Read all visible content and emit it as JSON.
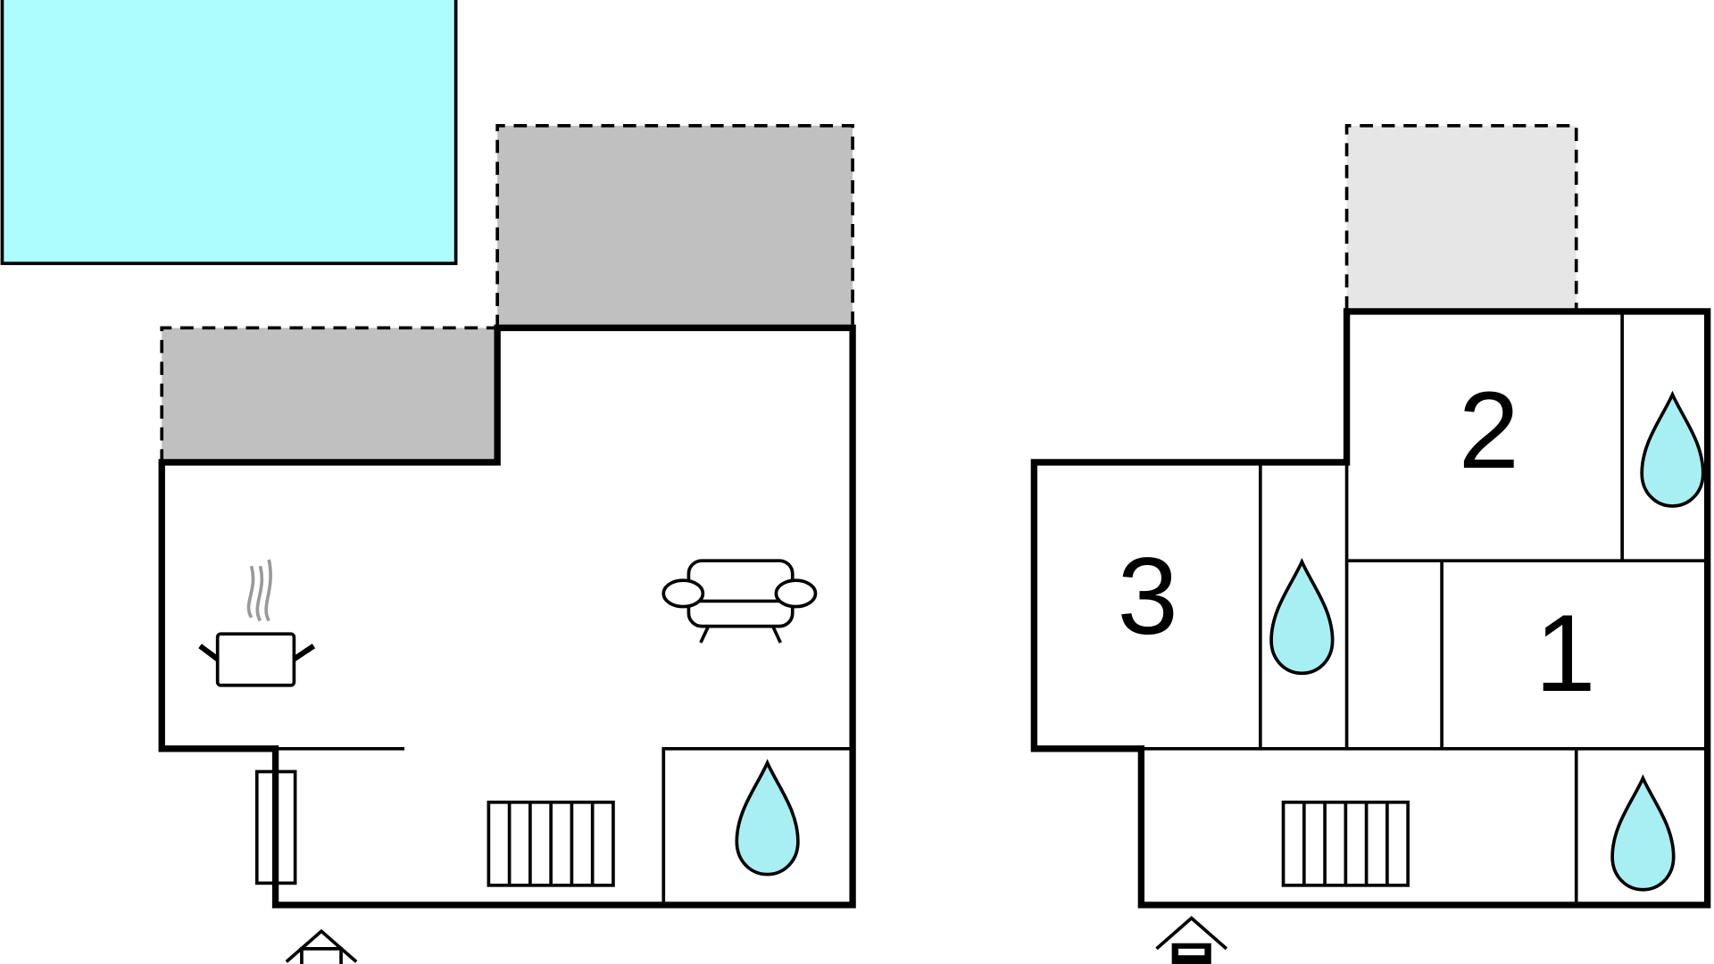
{
  "colors": {
    "pool": "#adfdfe",
    "terrace": "#c0c0c0",
    "balcony": "#e6e6e6",
    "water_drop": "#a8eff4",
    "wall": "#000000",
    "background": "#ffffff"
  },
  "ground_floor": {
    "icons": [
      "pool",
      "terrace",
      "stove-icon",
      "sofa-icon",
      "radiator-icon",
      "bathroom-drop-icon",
      "door-icon",
      "entrance-arrow-icon"
    ]
  },
  "upper_floor": {
    "rooms": [
      {
        "label": "3"
      },
      {
        "label": "2"
      },
      {
        "label": "1"
      }
    ],
    "icons": [
      "balcony",
      "bathroom-drop-icon",
      "radiator-icon",
      "entrance-arrow-icon"
    ]
  }
}
